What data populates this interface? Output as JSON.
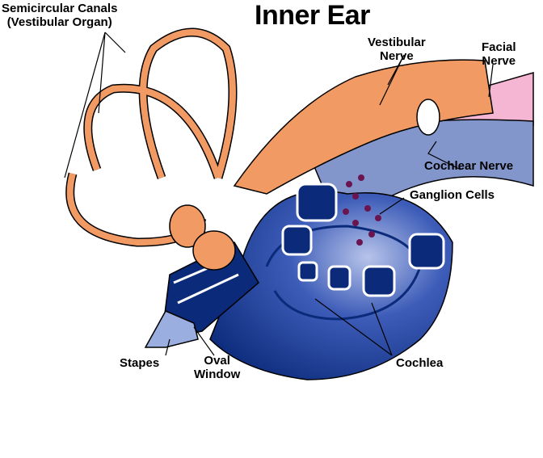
{
  "title": "Inner Ear",
  "labels": {
    "semicircular": "Semicircular Canals\n(Vestibular Organ)",
    "vestibular_nerve": "Vestibular\nNerve",
    "facial_nerve": "Facial\nNerve",
    "cochlear_nerve": "Cochlear Nerve",
    "ganglion": "Ganglion Cells",
    "stapes": "Stapes",
    "oval_window": "Oval\nWindow",
    "cochlea": "Cochlea"
  },
  "colors": {
    "vestibular": "#f29a63",
    "cochlea_dark": "#0b2a7a",
    "cochlea_light": "#9aaee0",
    "facial_nerve": "#f4b6d2",
    "ganglion": "#6a1450"
  }
}
